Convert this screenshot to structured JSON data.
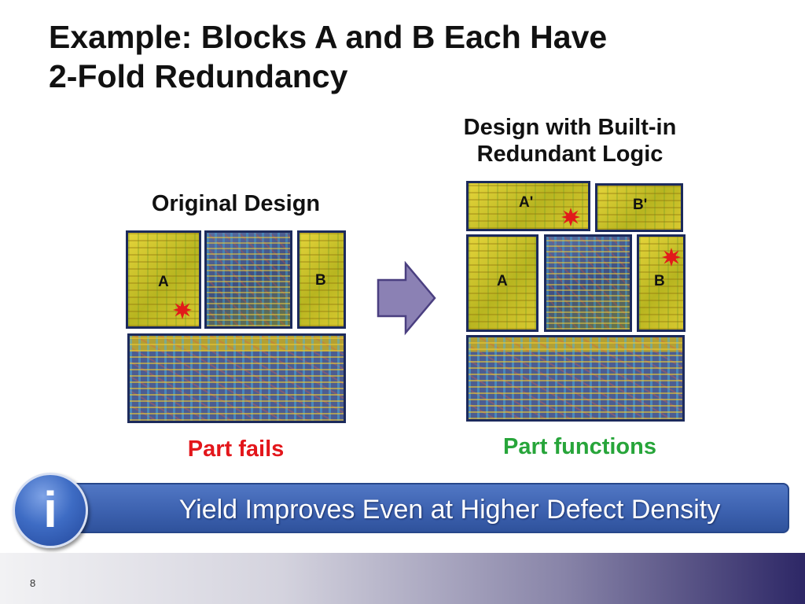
{
  "slide": {
    "title_line1": "Example:  Blocks A and B Each Have",
    "title_line2": "2-Fold Redundancy",
    "page_number": "8"
  },
  "original": {
    "heading": "Original Design",
    "block_a": "A",
    "block_b": "B",
    "result": "Part fails",
    "result_color": "#e3161b"
  },
  "redundant": {
    "heading_line1": "Design with Built-in",
    "heading_line2": "Redundant Logic",
    "block_a_prime": "A'",
    "block_b_prime": "B'",
    "block_a": "A",
    "block_b": "B",
    "result": "Part functions",
    "result_color": "#27a53a"
  },
  "info_banner": {
    "icon_letter": "i",
    "text": "Yield Improves Even at Higher Defect Density"
  },
  "colors": {
    "defect": "#e21a1a",
    "arrow_fill": "#8b81b4",
    "arrow_stroke": "#4a3f80",
    "banner": "#3d62b0"
  }
}
